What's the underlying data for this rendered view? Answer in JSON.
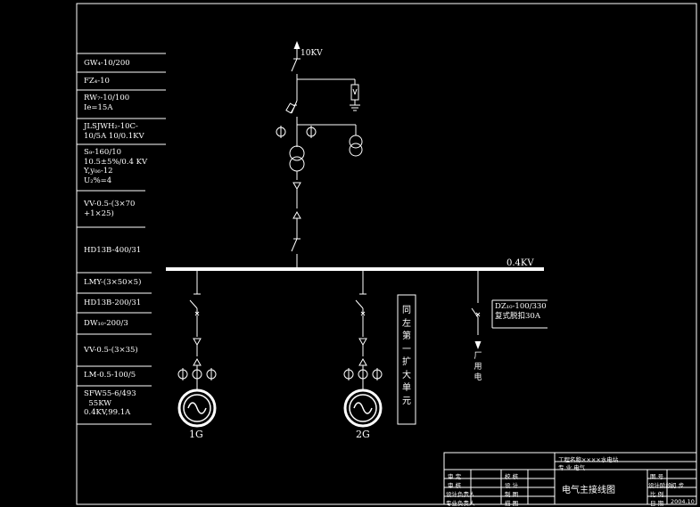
{
  "specs": [
    {
      "lines": [
        "GW₄-10/200"
      ]
    },
    {
      "lines": [
        "FZ₄-10"
      ]
    },
    {
      "lines": [
        "RW₇-10/100",
        "Ie=15A"
      ]
    },
    {
      "lines": [
        "JLSJWH₂-10C-",
        "10/5A 10/0.1KV"
      ]
    },
    {
      "lines": [
        "S₉-160/10",
        "10.5±5%/0.4 KV",
        "Y,y₀₆-12",
        "U₂%=4"
      ]
    },
    {
      "lines": [
        "VV-0.5-(3×70",
        "+1×25)"
      ]
    },
    {
      "lines": [
        "HD13B-400/31"
      ]
    },
    {
      "lines": [
        "LMY-(3×50×5)"
      ]
    },
    {
      "lines": [
        "HD13B-200/31"
      ]
    },
    {
      "lines": [
        "DW₁₀-200/3"
      ]
    },
    {
      "lines": [
        "VV-0.5-(3×35)"
      ]
    },
    {
      "lines": [
        "LM-0.5-100/5"
      ]
    },
    {
      "lines": [
        "SFW55-6/493",
        "  55KW",
        "0.4KV,99.1A"
      ]
    }
  ],
  "labels": {
    "hv_voltage": "10KV",
    "bus_voltage": "0.4KV",
    "gen1": "1G",
    "gen2": "2G",
    "expansion_unit": "同左第一扩大单元",
    "aux_breaker_1": "DZ₁₀-100/330",
    "aux_breaker_2": "复式脱扣30A",
    "plant_use": "厂用电"
  },
  "title_block": {
    "project_name_label": "工程名称",
    "project_name": "××××水电站",
    "discipline_label": "专 业",
    "discipline": "电气",
    "drawing_title": "电气主接线图",
    "row_labels": [
      "审 定",
      "审 核",
      "设计负责人",
      "专业负责人"
    ],
    "mid_labels": [
      "校 核",
      "设 计",
      "制 图",
      "描 图"
    ],
    "right_labels": [
      "图 号",
      "设计阶段",
      "比 例",
      "日 期"
    ],
    "stage": "初 步",
    "date": "2004.10"
  }
}
